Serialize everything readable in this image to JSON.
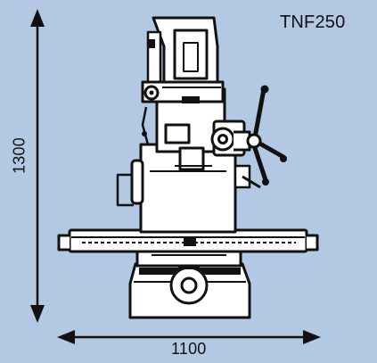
{
  "model": "TNF250",
  "dimensions": {
    "height": "1300",
    "width": "1100"
  },
  "colors": {
    "background": "#b2c8e3",
    "ink": "#111111",
    "machine_fill": "#ffffff"
  },
  "icons": {
    "machine": "milling-machine-drawing",
    "height_arrow": "double-arrow-vertical",
    "width_arrow": "double-arrow-horizontal"
  }
}
